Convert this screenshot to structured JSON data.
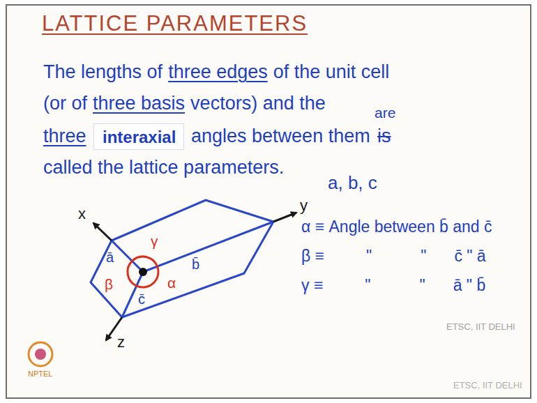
{
  "diagram": {
    "title": "LATTICE PARAMETERS",
    "nodes": [
      {
        "text": [
          "interaxial"
        ]
      }
    ],
    "labels": [
      "The lengths of",
      "three edges",
      "of the unit cell",
      "(or of",
      "three basis",
      "vectors) and the",
      "three",
      "angles between them",
      "is",
      "are",
      "called the lattice parameters.",
      "a, b, c",
      "α ≡ Angle between b̄ and c̄",
      "β ≡",
      "\"",
      "\"",
      "c̄ \" ā",
      "γ ≡",
      "\"",
      "\"",
      "ā \" b̄",
      "x",
      "y",
      "z",
      "ā",
      "b̄",
      "c̄",
      "γ",
      "α",
      "β",
      "ETSC, IIT DELHI",
      "ETSC, IIT DELHI",
      "NPTEL"
    ]
  }
}
